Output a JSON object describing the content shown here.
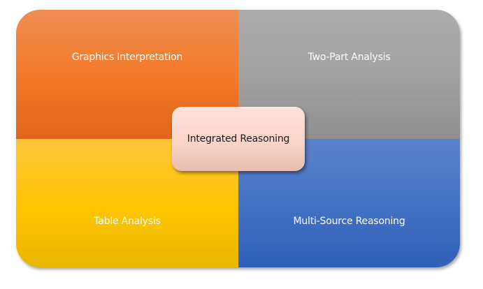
{
  "diagram": {
    "center": {
      "label": "Integrated Reasoning"
    },
    "quadrants": [
      {
        "position": "top-left",
        "label": "Graphics Interpretation",
        "color": "#F37A28"
      },
      {
        "position": "top-right",
        "label": "Two-Part Analysis",
        "color": "#A5A5A5"
      },
      {
        "position": "bottom-left",
        "label": "Table Analysis",
        "color": "#FEC400"
      },
      {
        "position": "bottom-right",
        "label": "Multi-Source Reasoning",
        "color": "#4472C4"
      }
    ],
    "center_color": "#F8D2C6"
  }
}
